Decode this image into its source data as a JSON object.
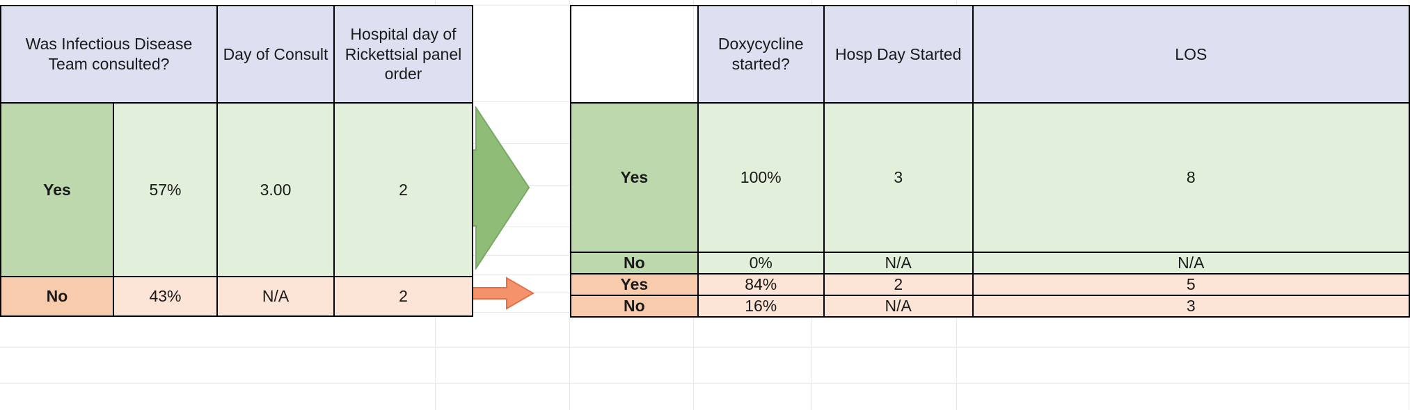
{
  "colors": {
    "header_fill": "#dce0f0",
    "green_label_fill": "#bcd8ac",
    "green_value_fill": "#e2efda",
    "orange_label_fill": "#f8cbad",
    "orange_value_fill": "#fce4d6",
    "green_arrow_fill": "#8fbc77",
    "green_arrow_stroke": "#7aa865",
    "orange_arrow_fill": "#f4936b",
    "orange_arrow_stroke": "#e2714a",
    "border": "#000000"
  },
  "left_table": {
    "headers": [
      "Was Infectious Disease Team consulted?",
      "Day of Consult",
      "Hospital day of Rickettsial panel order"
    ],
    "rows": [
      {
        "label": "Yes",
        "values": [
          "57%",
          "3.00",
          "2"
        ]
      },
      {
        "label": "No",
        "values": [
          "43%",
          "N/A",
          "2"
        ]
      }
    ]
  },
  "right_table": {
    "headers": [
      "Doxycycline started?",
      "Hosp Day Started",
      "LOS"
    ],
    "rows": [
      {
        "label": "Yes",
        "values": [
          "100%",
          "3",
          "8"
        ],
        "group": "green"
      },
      {
        "label": "No",
        "values": [
          "0%",
          "N/A",
          "N/A"
        ],
        "group": "green"
      },
      {
        "label": "Yes",
        "values": [
          "84%",
          "2",
          "5"
        ],
        "group": "orange"
      },
      {
        "label": "No",
        "values": [
          "16%",
          "N/A",
          "3"
        ],
        "group": "orange"
      }
    ]
  },
  "arrows": [
    {
      "name": "green-flow-arrow",
      "direction": "right",
      "color": "#8fbc77"
    },
    {
      "name": "orange-flow-arrow",
      "direction": "right",
      "color": "#f4936b"
    }
  ]
}
